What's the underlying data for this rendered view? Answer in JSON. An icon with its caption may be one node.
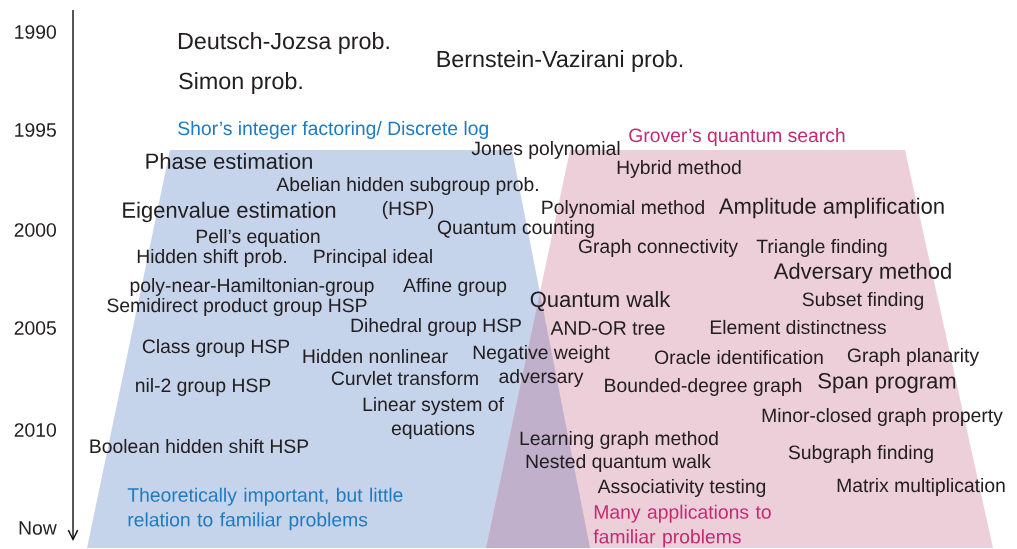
{
  "diagram": {
    "nodes": [
      {
        "text": [
          "Shor’s integer factoring/ Discrete log",
          "Theoretically important, but little relation to familiar problems"
        ]
      },
      {
        "text": [
          "Grover’s quantum search",
          "Many applications to familiar problems"
        ]
      }
    ],
    "labels": [
      "1990",
      "Deutsch-Jozsa prob.",
      "Bernstein-Vazirani prob.",
      "Simon prob.",
      "1995",
      "Jones polynomial",
      "Phase estimation",
      "Hybrid method",
      "Abelian hidden subgroup prob. (HSP)",
      "Eigenvalue estimation",
      "Polynomial method",
      "Amplitude amplification",
      "2000",
      "Pell’s equation",
      "Quantum counting",
      "Graph connectivity",
      "Triangle finding",
      "Hidden shift prob.",
      "Principal ideal",
      "Adversary method",
      "poly-near-Hamiltonian-group",
      "Affine group",
      "Semidirect product group HSP",
      "Quantum walk",
      "Subset finding",
      "2005",
      "Dihedral group HSP",
      "AND-OR tree",
      "Element distinctness",
      "Class group HSP",
      "Hidden nonlinear",
      "Negative weight adversary",
      "Oracle identification",
      "Graph planarity",
      "Curvlet transform",
      "nil-2 group HSP",
      "Bounded-degree graph",
      "Span program",
      "Linear system of equations",
      "Minor-closed graph property",
      "2010",
      "Boolean hidden shift HSP",
      "Learning graph method",
      "Nested quantum walk",
      "Subgraph finding",
      "Associativity testing",
      "Matrix multiplication",
      "Now"
    ]
  }
}
